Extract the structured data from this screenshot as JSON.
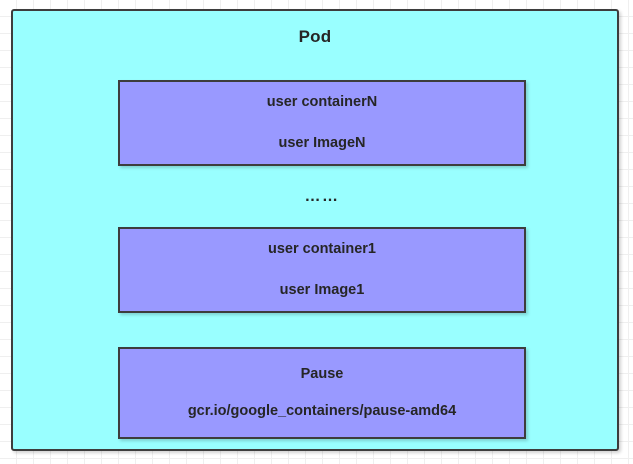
{
  "diagram": {
    "title": "Pod",
    "ellipsis": "……",
    "colors": {
      "pod_fill": "#99ffff",
      "container_fill": "#9999ff",
      "border": "#3d3d3d",
      "text": "#262626",
      "canvas": "#ffffff",
      "grid_line": "#efefef"
    },
    "containers": [
      {
        "name": "user containerN",
        "image": "user ImageN"
      },
      {
        "name": "user container1",
        "image": "user Image1"
      },
      {
        "name": "Pause",
        "image": "gcr.io/google_containers/pause-amd64"
      }
    ]
  }
}
